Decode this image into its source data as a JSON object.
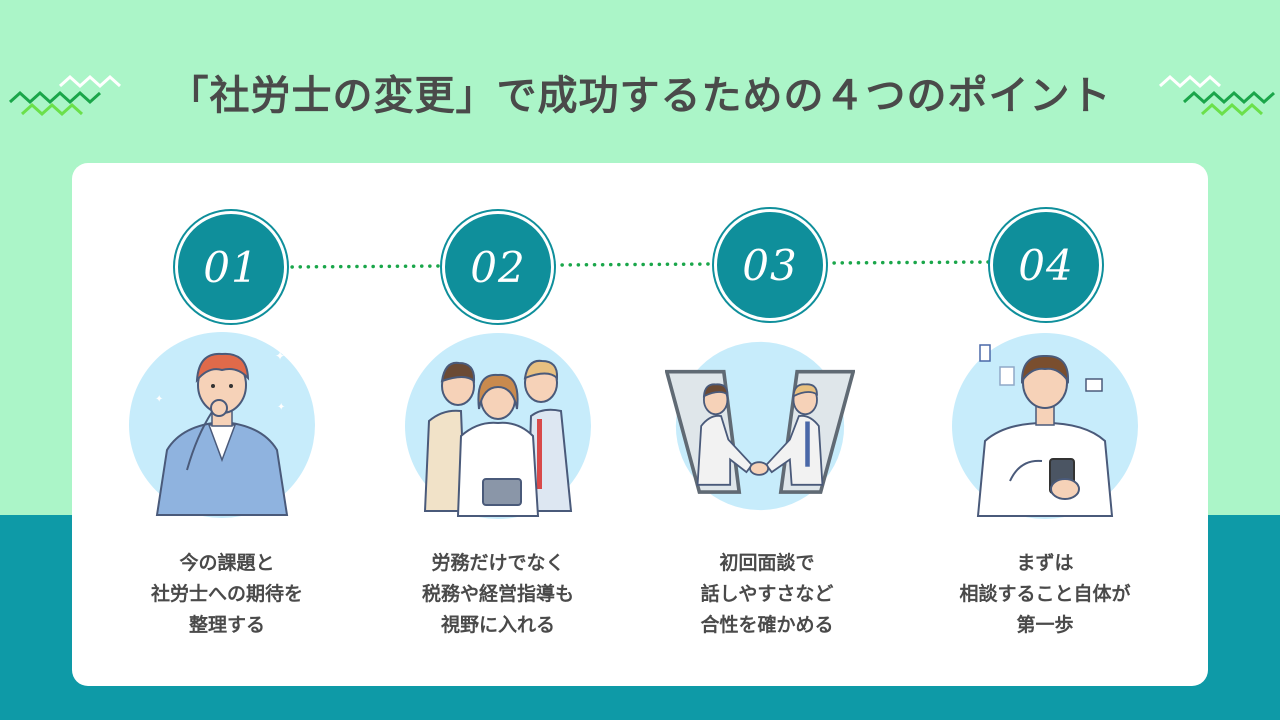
{
  "title": "「社労士の変更」で成功するための４つのポイント",
  "colors": {
    "background_top": "#abf5c8",
    "background_bottom": "#0e9aa7",
    "badge": "#0f8f9b",
    "dotted_line": "#1aa64a",
    "illustration_circle": "#c7ecfb",
    "text": "#4a4a4a"
  },
  "points": [
    {
      "number": "01",
      "icon": "thinking-man-illustration",
      "lines": [
        "今の課題と",
        "社労士への期待を",
        "整理する"
      ]
    },
    {
      "number": "02",
      "icon": "team-of-three-illustration",
      "lines": [
        "労務だけでなく",
        "税務や経営指導も",
        "視野に入れる"
      ]
    },
    {
      "number": "03",
      "icon": "handshake-through-phones-illustration",
      "lines": [
        "初回面談で",
        "話しやすさなど",
        "合性を確かめる"
      ]
    },
    {
      "number": "04",
      "icon": "man-with-smartphone-illustration",
      "lines": [
        "まずは",
        "相談すること自体が",
        "第一歩"
      ]
    }
  ]
}
